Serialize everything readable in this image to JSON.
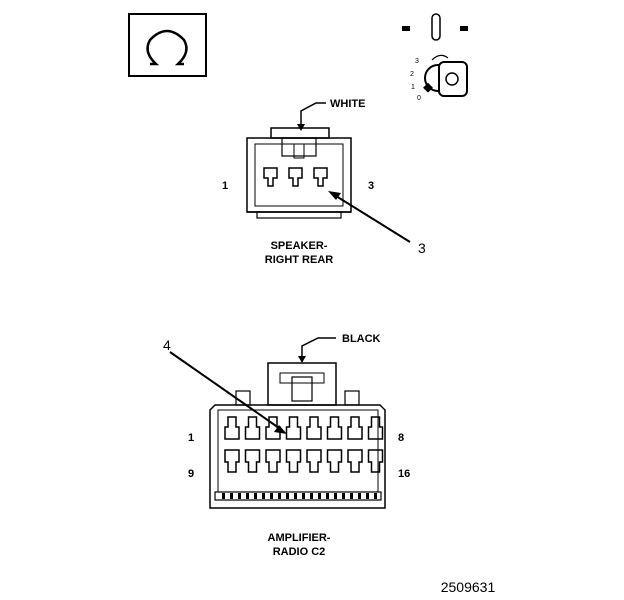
{
  "symbols": {
    "ohm_meter": {
      "icon": "ohm-symbol-icon"
    },
    "ignition": {
      "icon": "ignition-key-icon",
      "positions": [
        "0",
        "1",
        "2",
        "3"
      ]
    }
  },
  "connector_speaker": {
    "wire_color": "WHITE",
    "pin_left": "1",
    "pin_right": "3",
    "callout": "3",
    "name_line1": "SPEAKER-",
    "name_line2": "RIGHT REAR"
  },
  "connector_amplifier": {
    "wire_color": "BLACK",
    "callout": "4",
    "pin_top_left": "1",
    "pin_top_right": "8",
    "pin_bottom_left": "9",
    "pin_bottom_right": "16",
    "name_line1": "AMPLIFIER-",
    "name_line2": "RADIO C2"
  },
  "figure_id": "2509631"
}
